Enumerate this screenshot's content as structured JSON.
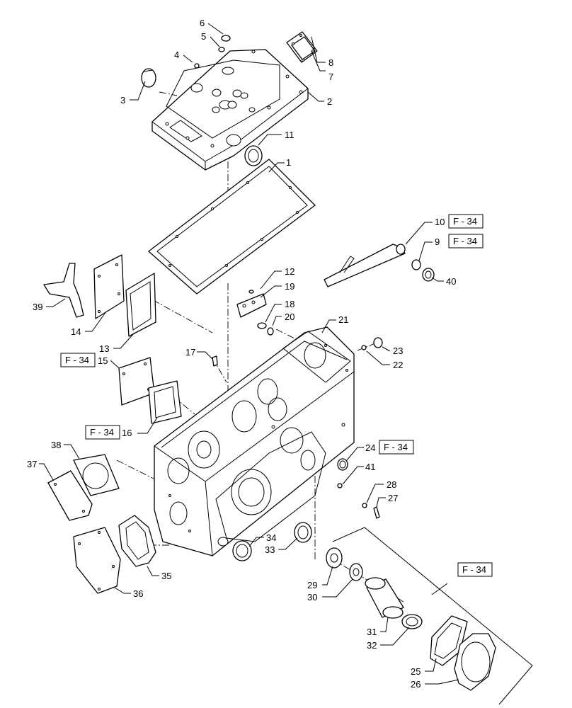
{
  "callouts": [
    "1",
    "2",
    "3",
    "4",
    "5",
    "6",
    "7",
    "8",
    "9",
    "10",
    "11",
    "12",
    "13",
    "14",
    "15",
    "16",
    "17",
    "18",
    "19",
    "20",
    "21",
    "22",
    "23",
    "24",
    "25",
    "26",
    "27",
    "28",
    "29",
    "30",
    "31",
    "32",
    "33",
    "34",
    "35",
    "36",
    "37",
    "38",
    "39",
    "40",
    "41"
  ],
  "refs": {
    "ref_10": "F - 34",
    "ref_9": "F - 34",
    "ref_15": "F - 34",
    "ref_16": "F - 34",
    "ref_24": "F - 34",
    "ref_group": "F - 34"
  }
}
